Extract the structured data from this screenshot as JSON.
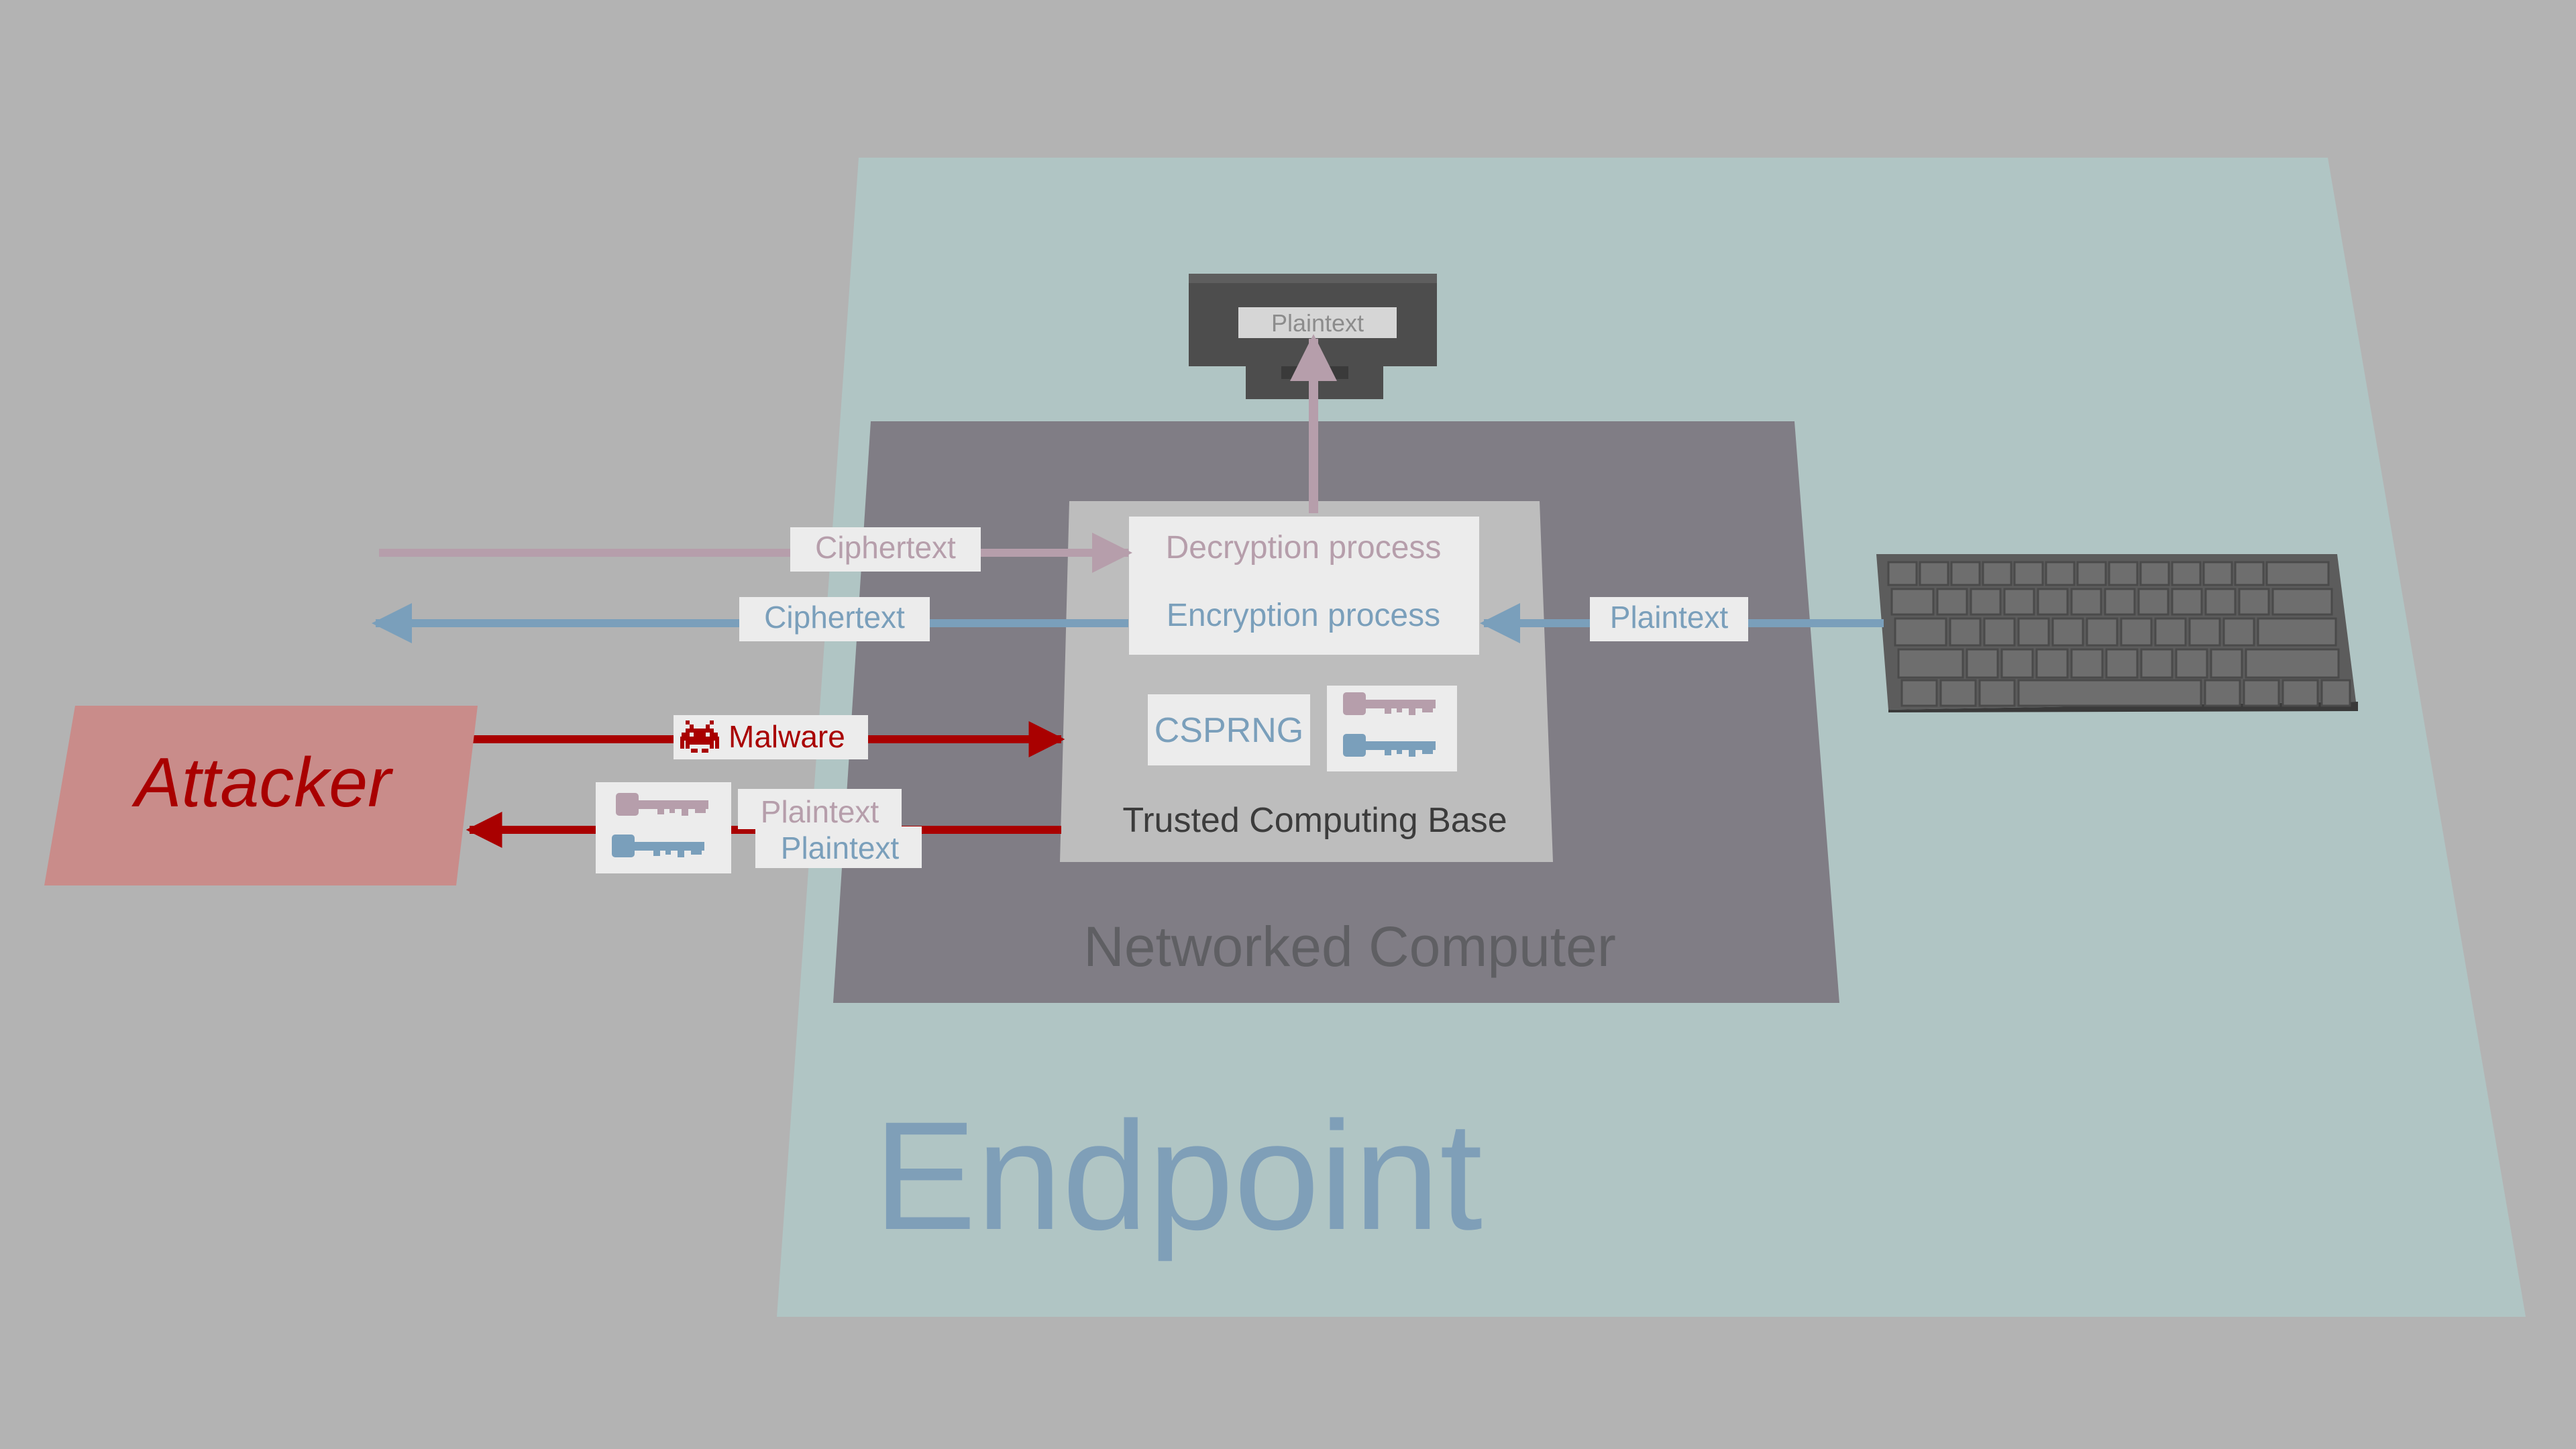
{
  "endpoint": {
    "label": "Endpoint"
  },
  "networked_computer": {
    "label": "Networked Computer"
  },
  "tcb": {
    "label": "Trusted Computing Base",
    "decryption_label": "Decryption process",
    "encryption_label": "Encryption process",
    "csprng_label": "CSPRNG"
  },
  "monitor": {
    "screen_label": "Plaintext"
  },
  "flows": {
    "incoming_ciphertext_label": "Ciphertext",
    "outgoing_ciphertext_label": "Ciphertext",
    "keyboard_plaintext_label": "Plaintext",
    "malware_label": "Malware",
    "exfil_plaintext_label_1": "Plaintext",
    "exfil_plaintext_label_2": "Plaintext"
  },
  "attacker": {
    "label": "Attacker"
  },
  "colors": {
    "background": "#b3b3b3",
    "endpoint_plane": "#b0c5c4",
    "endpoint_text": "#7f9fb8",
    "networked_plane": "#807d85",
    "networked_text": "#5f5f63",
    "tcb_plane": "#bdbdbd",
    "label_box": "#ececec",
    "decrypt_color": "#b69eab",
    "encrypt_color": "#7a9fbb",
    "attack_red": "#a90000",
    "attacker_box": "#c98c8a",
    "keyboard": "#5c5c5c",
    "monitor": "#4d4d4d"
  }
}
